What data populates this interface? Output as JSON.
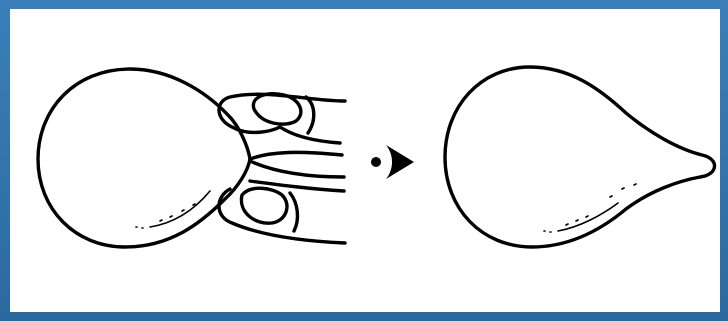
{
  "diagram": {
    "panels": [
      {
        "name": "balloon-pinched",
        "description_items": []
      },
      {
        "name": "balloon-stretched",
        "description_items": []
      }
    ],
    "connector": "arrow"
  }
}
